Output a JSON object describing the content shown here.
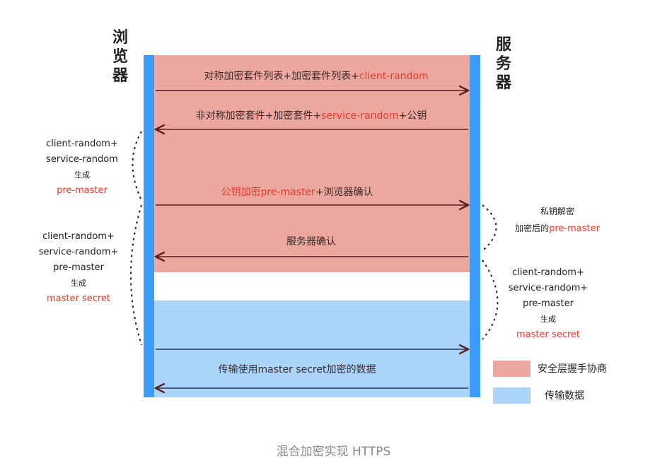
{
  "browser_label": "浏览器",
  "server_label": "服务器",
  "messages": [
    {
      "text": "对称加密套件列表+加密套件列表+",
      "highlight": "client-random",
      "tail": "",
      "direction": "right"
    },
    {
      "text": "非对称加密套件+加密套件+",
      "highlight": "service-random",
      "tail": "+公钥",
      "direction": "left"
    },
    {
      "text": "",
      "highlight": "公钥加密pre-master",
      "tail": "+浏览器确认",
      "direction": "right"
    },
    {
      "text": "服务器确认",
      "highlight": "",
      "tail": "",
      "direction": "left"
    },
    {
      "text": "",
      "highlight": "",
      "tail": "",
      "direction": "right"
    },
    {
      "text": "传输使用master secret加密的数据",
      "highlight": "",
      "tail": "",
      "direction": "left"
    }
  ],
  "left_notes": [
    {
      "lines": [
        "client-random+",
        "service-random",
        "生成"
      ],
      "result": "pre-master"
    },
    {
      "lines": [
        "client-random+",
        "service-random+",
        "pre-master",
        "生成"
      ],
      "result": "master secret"
    }
  ],
  "right_notes": [
    {
      "lines": [
        "私钥解密"
      ],
      "prefix": "加密后的",
      "result": "pre-master"
    },
    {
      "lines": [
        "client-random+",
        "service-random+",
        "pre-master",
        "生成"
      ],
      "result": "master secret"
    }
  ],
  "legend": [
    {
      "label": "安全层握手协商",
      "color": "#eca89e"
    },
    {
      "label": "传输数据",
      "color": "#abd4fb"
    }
  ],
  "caption": "混合加密实现 HTTPS"
}
